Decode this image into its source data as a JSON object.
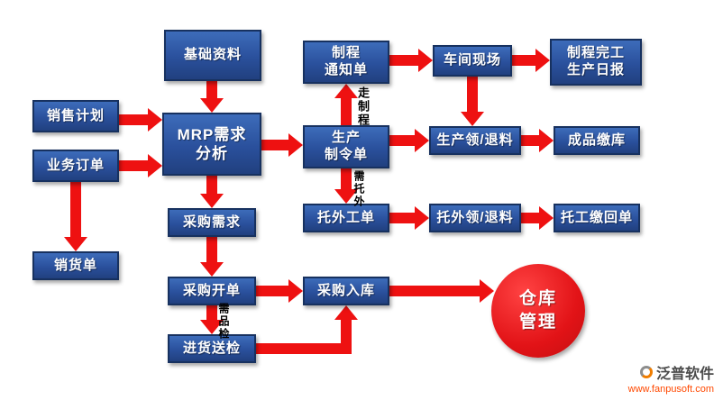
{
  "nodes": {
    "basic_data": "基础资料",
    "sales_plan": "销售计划",
    "business_order": "业务订单",
    "mrp_analysis": "MRP需求\n分析",
    "process_notice": "制程\n通知单",
    "workshop_site": "车间现场",
    "process_daily_report": "制程完工\n生产日报",
    "production_order": "生产\n制令单",
    "production_material": "生产领/退料",
    "finished_goods_in": "成品缴库",
    "outsource_order": "托外工单",
    "outsource_material": "托外领/退料",
    "outsource_return": "托工缴回单",
    "purchase_demand": "采购需求",
    "sales_delivery": "销货单",
    "purchase_billing": "采购开单",
    "purchase_inbound": "采购入库",
    "incoming_inspection": "进货送检",
    "warehouse_mgmt": "仓库\n管理"
  },
  "arrow_labels": {
    "go_process": "走制程",
    "need_outsourcing": "需托外",
    "need_inspection": "需品检"
  },
  "edges": [
    {
      "from": "basic_data",
      "to": "mrp_analysis"
    },
    {
      "from": "sales_plan",
      "to": "mrp_analysis"
    },
    {
      "from": "business_order",
      "to": "mrp_analysis"
    },
    {
      "from": "business_order",
      "to": "sales_delivery"
    },
    {
      "from": "mrp_analysis",
      "to": "production_order"
    },
    {
      "from": "mrp_analysis",
      "to": "purchase_demand"
    },
    {
      "from": "production_order",
      "to": "process_notice",
      "label": "走制程"
    },
    {
      "from": "process_notice",
      "to": "workshop_site"
    },
    {
      "from": "workshop_site",
      "to": "process_daily_report"
    },
    {
      "from": "workshop_site",
      "to": "production_material"
    },
    {
      "from": "production_order",
      "to": "production_material"
    },
    {
      "from": "production_material",
      "to": "finished_goods_in"
    },
    {
      "from": "production_order",
      "to": "outsource_order",
      "label": "需托外"
    },
    {
      "from": "outsource_order",
      "to": "outsource_material"
    },
    {
      "from": "outsource_material",
      "to": "outsource_return"
    },
    {
      "from": "purchase_demand",
      "to": "purchase_billing"
    },
    {
      "from": "purchase_billing",
      "to": "purchase_inbound"
    },
    {
      "from": "purchase_billing",
      "to": "incoming_inspection",
      "label": "需品检"
    },
    {
      "from": "incoming_inspection",
      "to": "purchase_inbound"
    },
    {
      "from": "purchase_inbound",
      "to": "warehouse_mgmt"
    }
  ],
  "watermark": {
    "brand": "泛普软件",
    "url": "www.fanpusoft.com"
  },
  "colors": {
    "node_fill": "#2a509c",
    "node_border": "#17315f",
    "arrow": "#ee1111",
    "circle_fill": "#e21317",
    "label_text": "#000000"
  }
}
